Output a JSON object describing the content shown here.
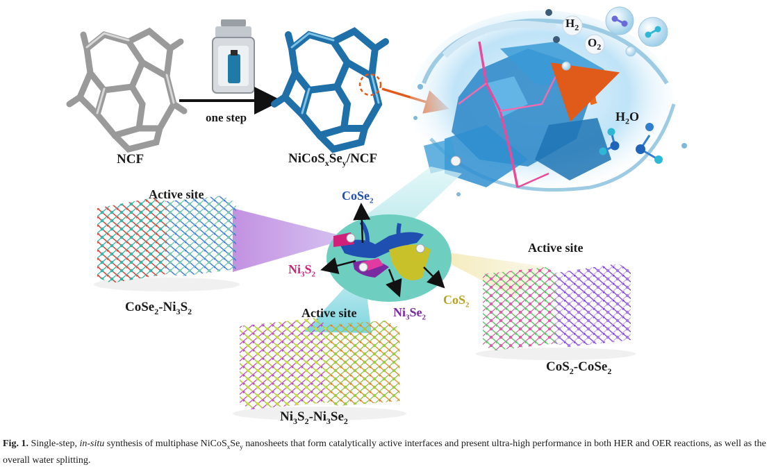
{
  "labels": {
    "ncf": "NCF",
    "one_step": "one step",
    "product": {
      "p1": "NiCoS",
      "s1": "x",
      "p2": "Se",
      "s2": "y",
      "p3": "/NCF"
    },
    "h2": {
      "p1": "H",
      "s1": "2"
    },
    "o2": {
      "p1": "O",
      "s1": "2"
    },
    "h2o": {
      "p1": "H",
      "s1": "2",
      "p2": "O"
    }
  },
  "active_sites": [
    "Active site",
    "Active site",
    "Active site"
  ],
  "phases": {
    "cose2": {
      "p1": "CoSe",
      "s1": "2"
    },
    "ni3s2": {
      "p1": "Ni",
      "s1": "3",
      "p2": "S",
      "s2": "2"
    },
    "ni3se2": {
      "p1": "Ni",
      "s1": "3",
      "p2": "Se",
      "s2": "2"
    },
    "cos2": {
      "p1": "CoS",
      "s1": "2"
    }
  },
  "interfaces": {
    "cose2_ni3s2": {
      "p1": "CoSe",
      "s1": "2",
      "p2": "-Ni",
      "s2": "3",
      "p3": "S",
      "s3": "2"
    },
    "ni3s2_ni3se2": {
      "p1": "Ni",
      "s1": "3",
      "p2": "S",
      "s2": "2",
      "p3": "-Ni",
      "s3": "3",
      "p4": "Se",
      "s4": "2"
    },
    "cos2_cose2": {
      "p1": "CoS",
      "s1": "2",
      "p2": "-CoSe",
      "s2": "2"
    }
  },
  "caption": {
    "fig_label": "Fig. 1.",
    "t1": " Single-step, ",
    "t2": "in-situ",
    "t3": " synthesis of multiphase NiCoS",
    "s1": "x",
    "t4": "Se",
    "s2": "y",
    "t5": " nanosheets that form catalytically active interfaces and present ultra-high performance in both HER and OER reactions, as well as the overall water splitting."
  },
  "colors": {
    "ncf_gray": "#9a9a9a",
    "nicose_blue": "#1f6fa8",
    "cose2_text": "#1f4fb0",
    "ni3s2_text": "#d0207a",
    "ni3se2_text": "#7a2aa0",
    "cos2_text": "#b8a21c",
    "arrow_orange": "#e05a1a"
  }
}
